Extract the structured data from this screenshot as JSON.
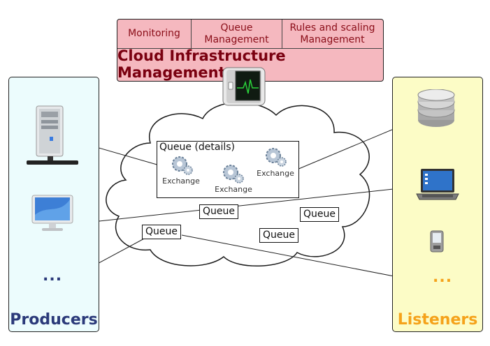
{
  "management": {
    "cells": [
      "Monitoring",
      "Queue\nManagement",
      "Rules and scaling\nManagement"
    ],
    "title": "Cloud Infrastructure Management"
  },
  "producers": {
    "title": "Producers",
    "ellipsis": "...",
    "title_color": "#2b3a7a"
  },
  "listeners": {
    "title": "Listeners",
    "ellipsis": "...",
    "title_color": "#f5a21a"
  },
  "details": {
    "title": "Queue (details)",
    "exchanges": [
      "Exchange",
      "Exchange",
      "Exchange"
    ]
  },
  "queues": [
    "Queue",
    "Queue",
    "Queue",
    "Queue"
  ]
}
